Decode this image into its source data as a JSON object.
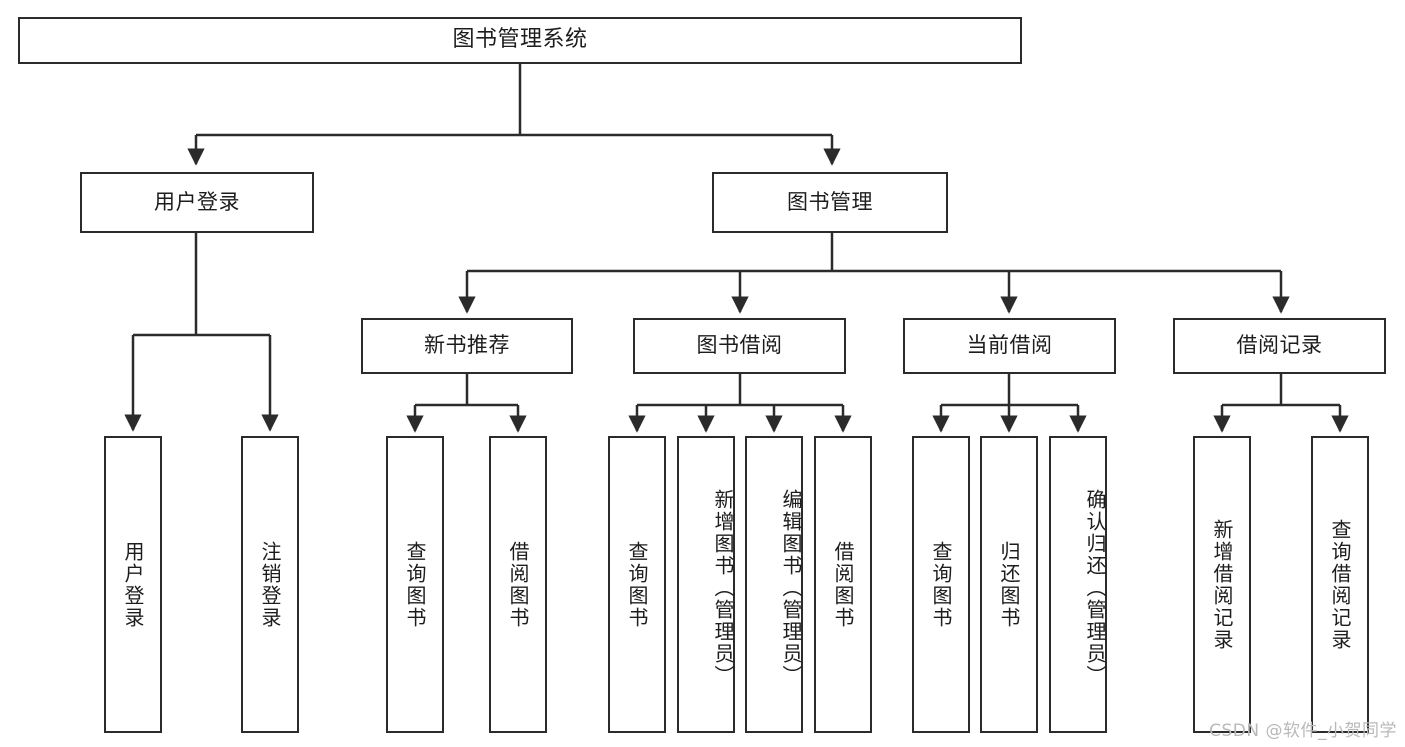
{
  "diagram": {
    "type": "tree-hierarchy",
    "title": "图书管理系统",
    "watermark": "CSDN @软件_小贺同学",
    "colors": {
      "stroke": "#2b2b2b",
      "text": "#1d1d1d",
      "background": "#ffffff",
      "watermark": "#b9b9b9"
    },
    "root": {
      "label": "图书管理系统"
    },
    "level2": [
      {
        "label": "用户登录"
      },
      {
        "label": "图书管理"
      }
    ],
    "level3": [
      {
        "label": "新书推荐"
      },
      {
        "label": "图书借阅"
      },
      {
        "label": "当前借阅"
      },
      {
        "label": "借阅记录"
      }
    ],
    "leaves": {
      "user_login": [
        {
          "label": "用户登录"
        },
        {
          "label": "注销登录"
        }
      ],
      "new_book_recommend": [
        {
          "label": "查询图书"
        },
        {
          "label": "借阅图书"
        }
      ],
      "book_borrow": [
        {
          "label": "查询图书"
        },
        {
          "label": "新增图书（管理员）"
        },
        {
          "label": "编辑图书（管理员）"
        },
        {
          "label": "借阅图书"
        }
      ],
      "current_borrow": [
        {
          "label": "查询图书"
        },
        {
          "label": "归还图书"
        },
        {
          "label": "确认归还（管理员）"
        }
      ],
      "borrow_record": [
        {
          "label": "新增借阅记录"
        },
        {
          "label": "查询借阅记录"
        }
      ]
    }
  }
}
